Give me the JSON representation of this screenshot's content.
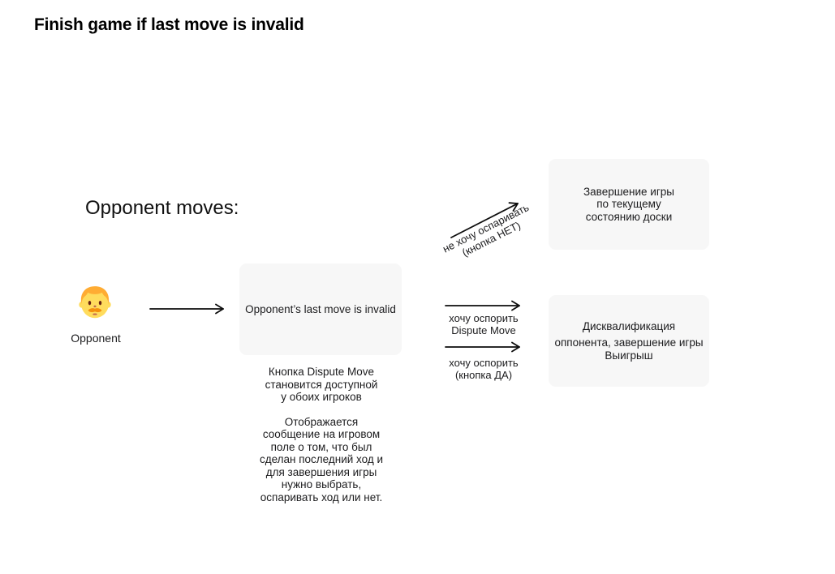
{
  "colors": {
    "canvas_bg": "#ffffff",
    "box_bg": "#f7f7f7",
    "text": "#1c1c1e",
    "arrow": "#0d0d0d"
  },
  "header": {
    "title": "Finish game if last move is invalid"
  },
  "flow": {
    "section_label": "Opponent moves:",
    "actor": {
      "icon": "man-emoji",
      "label": "Opponent"
    },
    "state_box": "Opponent’s last move is invalid",
    "notes": [
      "Кнопка Dispute Move\nстановится доступной\nу обоих игроков",
      "Отображается\nсообщение на игровом\nполе о том, что был\nсделан последний ход и\nдля завершения игры\nнужно выбрать,\nоспаривать ход или нет."
    ],
    "edges": {
      "decline_label": "не хочу оспаривать\n(кнопка НЕТ)",
      "dispute_move_label": "хочу оспорить\nDispute Move",
      "dispute_yes_label": "хочу оспорить\n(кнопка ДА)"
    },
    "outcomes": {
      "finish_by_board": "Завершение игры\nпо текущему\nсостоянию доски",
      "disqualify_title": "Дисквалификация",
      "disqualify_body": "оппонента, завершение игры\nВыигрыш"
    }
  }
}
